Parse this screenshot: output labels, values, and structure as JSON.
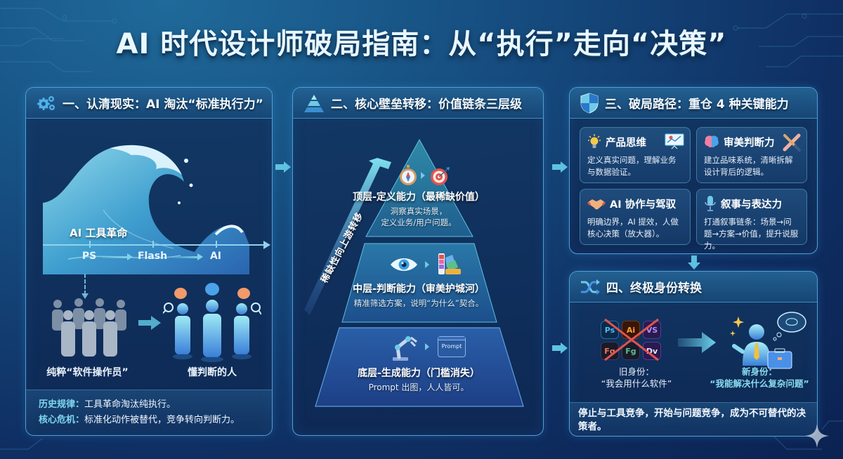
{
  "title": "AI 时代设计师破局指南：从“执行”走向“决策”",
  "panels": {
    "reality": {
      "title": "一、认清现实：AI 淘汰“标准执行力”",
      "icon": "gears-icon",
      "wave_label": "AI 工具革命",
      "timeline": [
        "PS",
        "Flash",
        "AI"
      ],
      "left_group_label": "纯粹“软件操作员”",
      "right_group_label": "懂判断的人",
      "footer": [
        {
          "key": "历史规律：",
          "value": "工具革命淘汰纯执行。"
        },
        {
          "key": "核心危机：",
          "value": "标准化动作被替代，竞争转向判断力。"
        }
      ]
    },
    "moat": {
      "title": "二、核心壁垒转移：价值链条三层级",
      "icon": "pyramid-icon",
      "side_arrow_label": "稀缺性向上游转移",
      "tiers": [
        {
          "level": "top",
          "title": "顶层-定义能力（最稀缺价值）",
          "desc_line1": "洞察真实场景，",
          "desc_line2": "定义业务/用户问题。",
          "icons": [
            "compass-icon",
            "target-icon"
          ]
        },
        {
          "level": "middle",
          "title": "中层-判断能力（审美护城河）",
          "desc_line1": "精准筛选方案，说明“为什么”契合。",
          "icons": [
            "eye-icon",
            "color-swatch-icon"
          ]
        },
        {
          "level": "bottom",
          "title": "底层-生成能力（门槛消失）",
          "desc_line1": "Prompt 出图，人人皆可。",
          "icons": [
            "robot-arm-icon",
            "prompt-window-icon"
          ],
          "prompt_label": "Prompt"
        }
      ]
    },
    "path": {
      "title": "三、破局路径：重仓 4 种关键能力",
      "icon": "shield-icon",
      "cards": [
        {
          "title": "产品思维",
          "desc": "定义真实问题，理解业务与数据验证。",
          "icon": "lightbulb-icon",
          "side_icon": "chart-board-icon"
        },
        {
          "title": "审美判断力",
          "desc": "建立品味系统，清晰拆解设计背后的逻辑。",
          "icon": "brain-icon",
          "side_icon": "ruler-brush-icon"
        },
        {
          "title": "AI 协作与驾驭",
          "desc": "明确边界，AI 提效，人做核心决策（放大器）。",
          "icon": "handshake-icon"
        },
        {
          "title": "叙事与表达力",
          "desc": "打通叙事链条：场景→问题→方案→价值，提升说服力。",
          "icon": "microphone-icon"
        }
      ]
    },
    "identity": {
      "title": "四、终极身份转换",
      "icon": "shuffle-icon",
      "apps": [
        "Ps",
        "Ai",
        "VS",
        "Fg",
        "Fg",
        "Dv"
      ],
      "old_label": "旧身份：",
      "old_quote": "“我会用什么软件”",
      "new_label": "新身份：",
      "new_quote": "“我能解决什么复杂问题”",
      "footer": "停止与工具竞争，开始与问题竞争，成为不可替代的决策者。"
    }
  },
  "colors": {
    "accent_cyan": "#7fd6f0",
    "panel_border": "#4f9fd3",
    "bg_dark": "#0b2252",
    "cross_red": "#e0544f"
  }
}
